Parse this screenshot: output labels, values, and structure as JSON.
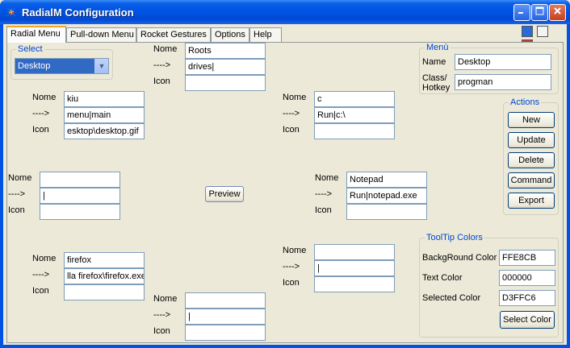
{
  "window": {
    "title": "RadialM Configuration"
  },
  "tabs": [
    "Radial Menu",
    "Pull-down Menu",
    "Rocket Gestures",
    "Options",
    "Help"
  ],
  "labels": {
    "nome": "Nome",
    "arrow": "---->",
    "icon": "Icon"
  },
  "select_group": {
    "legend": "Select",
    "value": "Desktop"
  },
  "slots": {
    "top": {
      "nome": "Roots",
      "action": "drives|",
      "icon": ""
    },
    "upper_left": {
      "nome": "kiu",
      "action": "menu|main",
      "icon": "esktop\\desktop.gif"
    },
    "upper_right": {
      "nome": "c",
      "action": "Run|c:\\",
      "icon": ""
    },
    "left": {
      "nome": "",
      "action": "|",
      "icon": ""
    },
    "right": {
      "nome": "Notepad",
      "action": "Run|notepad.exe",
      "icon": ""
    },
    "lower_left": {
      "nome": "firefox",
      "action": "lla firefox\\firefox.exe",
      "icon": ""
    },
    "lower_right": {
      "nome": "",
      "action": "|",
      "icon": ""
    },
    "bottom": {
      "nome": "",
      "action": "|",
      "icon": ""
    }
  },
  "preview_button": "Preview",
  "menu_group": {
    "legend": "Menù",
    "name_label": "Name",
    "name_value": "Desktop",
    "class_label_1": "Class/",
    "class_label_2": "Hotkey",
    "class_value": "progman"
  },
  "actions": {
    "legend": "Actions",
    "new": "New",
    "update": "Update",
    "delete": "Delete",
    "command": "Command",
    "export": "Export"
  },
  "tooltip": {
    "legend": "ToolTip Colors",
    "bg_label": "BackgRound Color",
    "bg_value": "FFE8CB",
    "text_label": "Text Color",
    "text_value": "000000",
    "sel_label": "Selected Color",
    "sel_value": "D3FFC6",
    "select_button": "Select Color"
  },
  "colors": {
    "titlebar": "#0054e3",
    "legend": "#0046d5",
    "selection": "#316ac5"
  }
}
